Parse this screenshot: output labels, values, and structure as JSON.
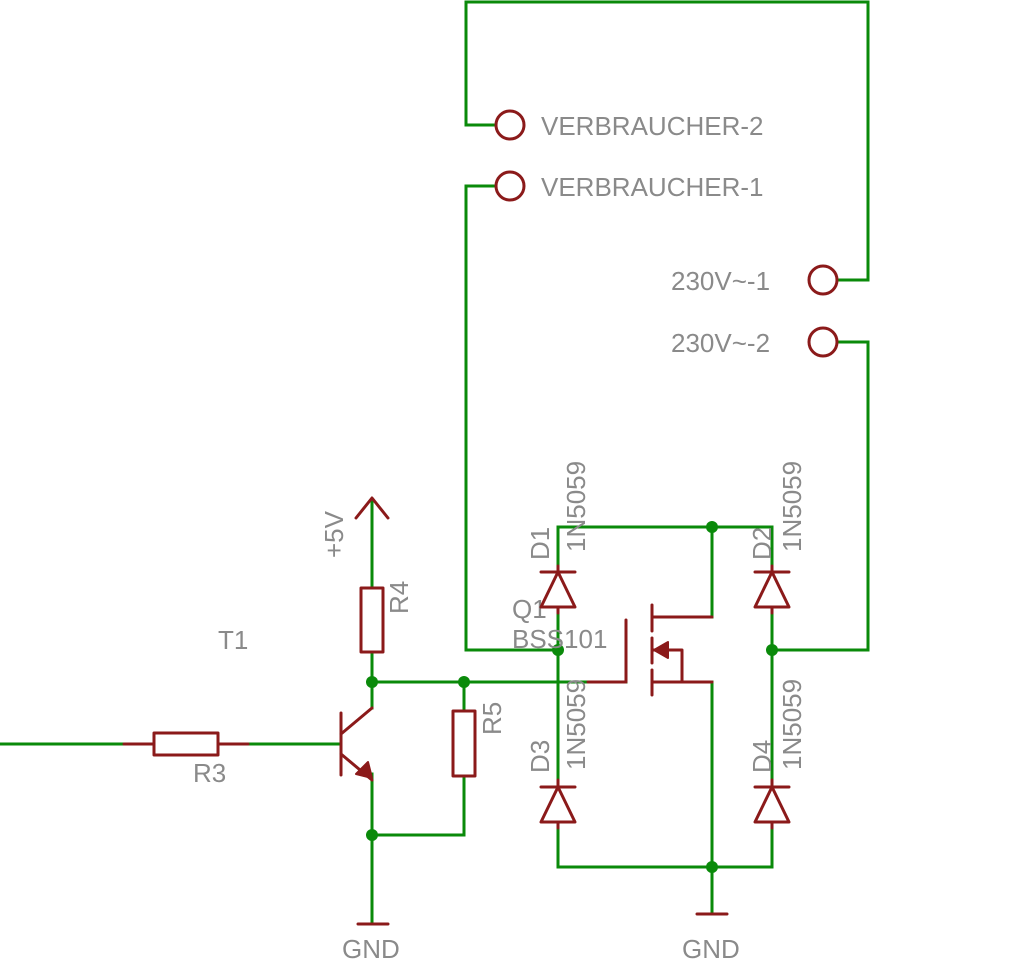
{
  "connectors": {
    "load_2": "VERBRAUCHER-2",
    "load_1": "VERBRAUCHER-1",
    "mains_1": "230V~-1",
    "mains_2": "230V~-2"
  },
  "components": {
    "T1": {
      "name": "T1"
    },
    "R3": {
      "name": "R3"
    },
    "R4": {
      "name": "R4"
    },
    "R5": {
      "name": "R5"
    },
    "Q1": {
      "name": "Q1",
      "value": "BSS101"
    },
    "D1": {
      "name": "D1",
      "value": "1N5059"
    },
    "D2": {
      "name": "D2",
      "value": "1N5059"
    },
    "D3": {
      "name": "D3",
      "value": "1N5059"
    },
    "D4": {
      "name": "D4",
      "value": "1N5059"
    }
  },
  "supplies": {
    "vcc": "+5V",
    "gnd_left": "GND",
    "gnd_right": "GND"
  },
  "colors": {
    "wire": "#0a8a0a",
    "component": "#8b1a1a",
    "label": "#8a8a8a",
    "background": "#ffffff"
  }
}
